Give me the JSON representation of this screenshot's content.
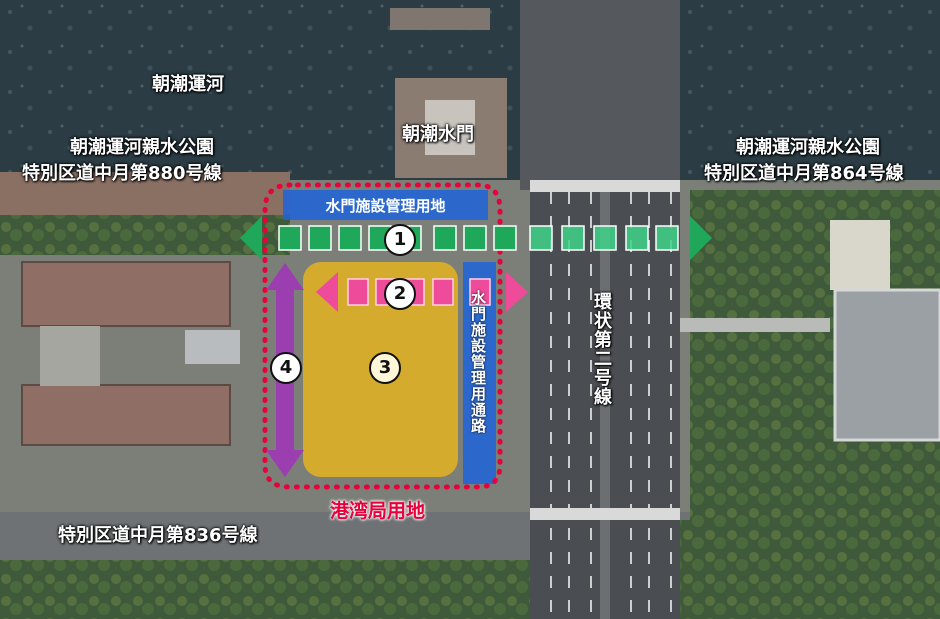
{
  "labels": {
    "canal": "朝潮運河",
    "park_left": "朝潮運河親水公園",
    "road_880": "特別区道中月第880号線",
    "water_gate": "朝潮水門",
    "park_right": "朝潮運河親水公園",
    "road_864": "特別区道中月第864号線",
    "facility_land": "水門施設管理用地",
    "facility_road": "水門施設管理用通路",
    "ring_road": "環状第二号線",
    "port_land": "港湾局用地",
    "road_836": "特別区道中月第836号線"
  },
  "markers": {
    "m1": "1",
    "m2": "2",
    "m3": "3",
    "m4": "4"
  },
  "colors": {
    "water": "#2c3d45",
    "green_route": "#1fa85a",
    "pink_route": "#ee4b9b",
    "purple_route": "#9b3fb0",
    "yellow_area": "#e8b41c",
    "blue_area": "#1f64d9",
    "red_boundary": "#e8003a"
  }
}
